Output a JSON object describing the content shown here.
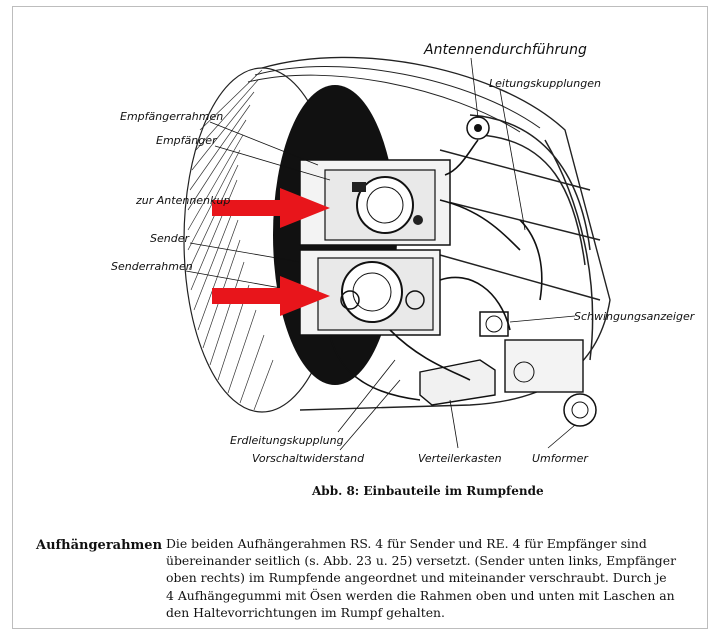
{
  "figure": {
    "labels": {
      "antennendurchfuehrung": "Antennendurchführung",
      "leitungskupplungen": "Leitungskupplungen",
      "empfaengerrahmen": "Empfängerrahmen",
      "empfaenger": "Empfänger",
      "zur_antenne": "zur Antennenkup",
      "sender": "Sender",
      "senderrahmen": "Senderrahmen",
      "schwingungsanzeiger": "Schwingungsanzeiger",
      "erdleitungskupplung": "Erdleitungskupplung",
      "vorschaltwiderstand": "Vorschaltwiderstand",
      "verteilerkasten": "Verteilerkasten",
      "umformer": "Umformer"
    },
    "arrow_color": "#e8151b",
    "caption": "Abb. 8: Einbauteile im Rumpfende"
  },
  "section": {
    "heading": "Aufhängerahmen",
    "lines": [
      "Die beiden Aufhängerahmen RS. 4 für Sender und RE. 4 für Empfänger sind",
      "übereinander seitlich (s. Abb. 23 u. 25) versetzt. (Sender unten links, Empfänger",
      "oben rechts) im Rumpfende angeordnet und miteinander verschraubt. Durch je",
      "4 Aufhängegummi mit Ösen werden die Rahmen oben und unten mit Laschen an",
      "den Haltevorrichtungen im Rumpf gehalten."
    ]
  }
}
